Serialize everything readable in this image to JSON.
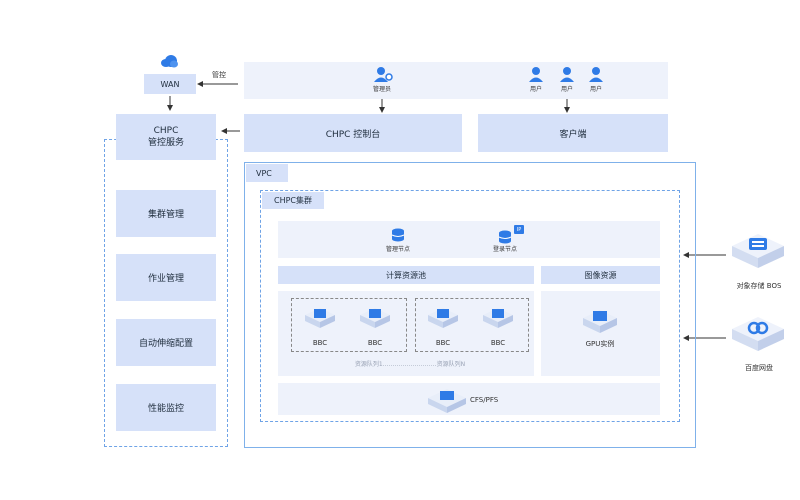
{
  "top": {
    "wan": "WAN",
    "manage_label": "管控",
    "admin_label": "管理员",
    "user_labels": [
      "用户",
      "用户",
      "用户"
    ]
  },
  "service": {
    "title_line1": "CHPC",
    "title_line2": "管控服务",
    "items": [
      "集群管理",
      "作业管理",
      "自动伸缩配置",
      "性能监控"
    ]
  },
  "console": "CHPC 控制台",
  "client": "客户端",
  "vpc": {
    "label": "VPC",
    "cluster": {
      "label": "CHPC集群",
      "manage_node": "管理节点",
      "login_node": "登录节点",
      "ip_tag": "IP",
      "compute_pool": "计算资源池",
      "image_resource": "图像资源",
      "bbc_labels": [
        "BBC",
        "BBC",
        "BBC",
        "BBC"
      ],
      "queue_label": "资源队列1………………………资源队列N",
      "gpu_label": "GPU实例",
      "cfs_label": "CFS/PFS"
    }
  },
  "right": {
    "bos_label": "对象存储 BOS",
    "disk_label": "百度网盘"
  },
  "colors": {
    "accent": "#2f7be6",
    "box": "#d6e1f9",
    "panel": "#eef2fb",
    "border": "#6fa3e6"
  }
}
